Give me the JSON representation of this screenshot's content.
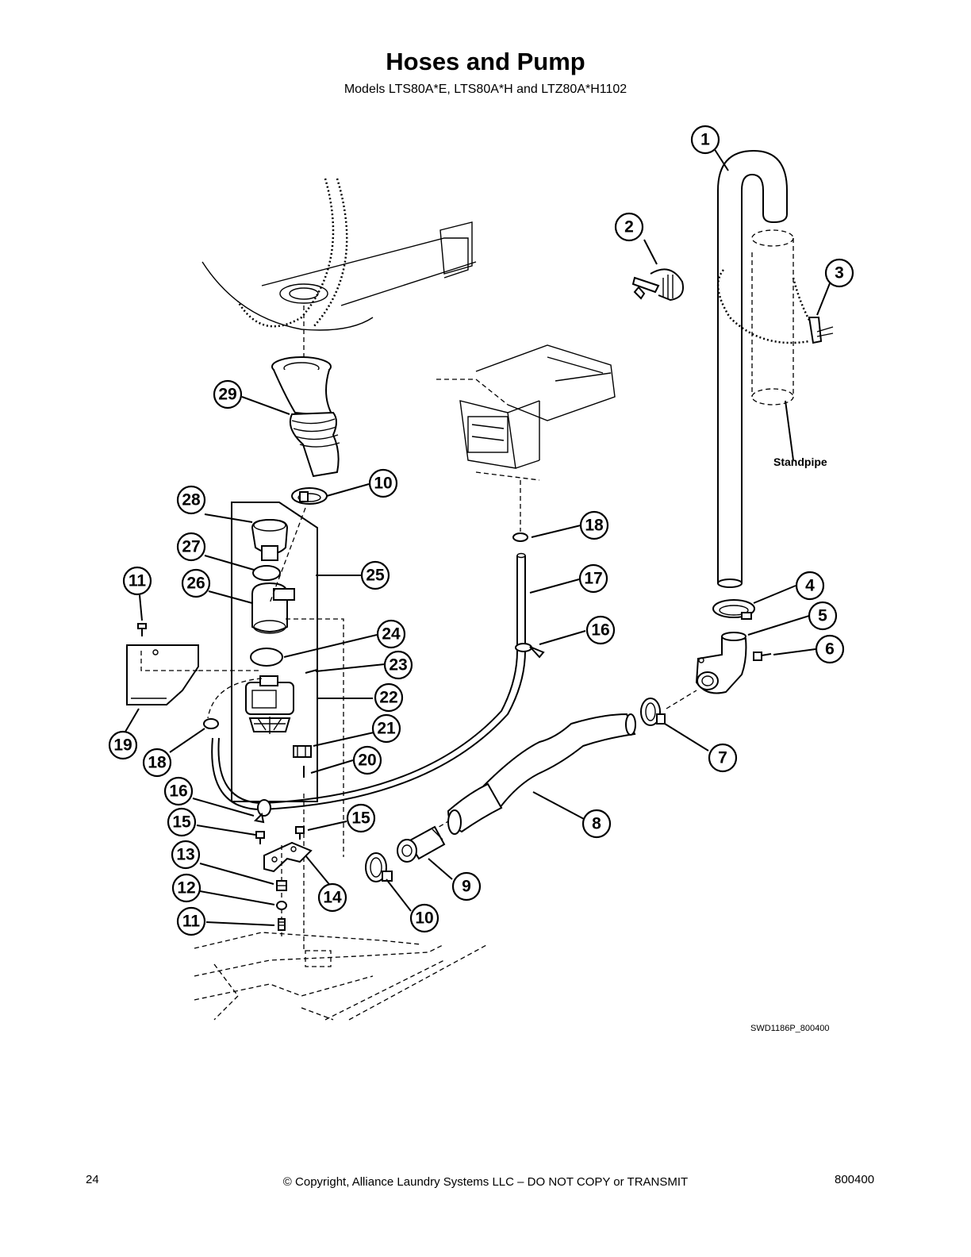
{
  "header": {
    "title": "Hoses and Pump",
    "subtitle": "Models LTS80A*E, LTS80A*H and LTZ80A*H1102"
  },
  "diagram": {
    "callouts": [
      "1",
      "2",
      "3",
      "4",
      "5",
      "6",
      "7",
      "8",
      "9",
      "10",
      "10",
      "11",
      "11",
      "12",
      "13",
      "14",
      "15",
      "15",
      "16",
      "16",
      "17",
      "18",
      "18",
      "19",
      "20",
      "21",
      "22",
      "23",
      "24",
      "25",
      "26",
      "27",
      "28",
      "29"
    ],
    "labels": {
      "standpipe": "Standpipe"
    },
    "drawing_code": "SWD1186P_800400"
  },
  "footer": {
    "page_number": "24",
    "copyright": "© Copyright, Alliance Laundry Systems LLC – DO NOT COPY or TRANSMIT",
    "doc_number": "800400"
  }
}
